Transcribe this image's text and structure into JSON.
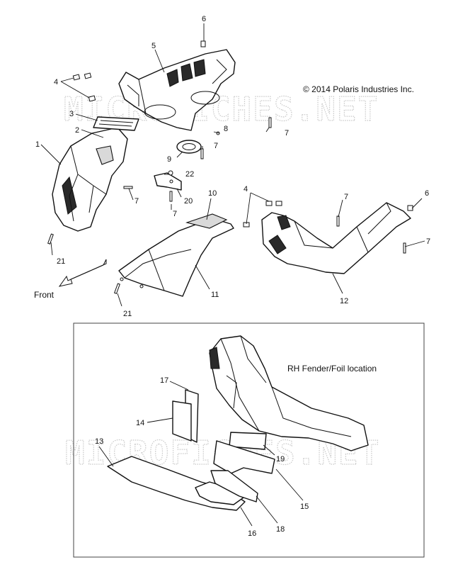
{
  "copyright": "© 2014 Polaris Industries Inc.",
  "front_label": "Front",
  "inset_caption": "RH Fender/Foil location",
  "watermark_text": "MICROFICHES.NET",
  "callouts": {
    "c1": "1",
    "c2": "2",
    "c3": "3",
    "c4a": "4",
    "c4b": "4",
    "c5": "5",
    "c6a": "6",
    "c6b": "6",
    "c7a": "7",
    "c7b": "7",
    "c7c": "7",
    "c7d": "7",
    "c7e": "7",
    "c7f": "7",
    "c8": "8",
    "c9": "9",
    "c10": "10",
    "c11": "11",
    "c12": "12",
    "c13": "13",
    "c14": "14",
    "c15": "15",
    "c16": "16",
    "c17": "17",
    "c18": "18",
    "c19": "19",
    "c20": "20",
    "c21a": "21",
    "c21b": "21",
    "c22": "22"
  }
}
